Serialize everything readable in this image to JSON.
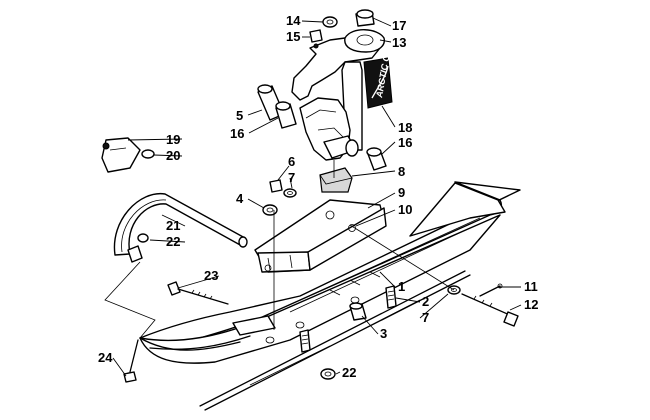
{
  "diagram": {
    "decal_logo": "ARCTIC CAT",
    "callouts": [
      {
        "id": "c14",
        "text": "14"
      },
      {
        "id": "c17",
        "text": "17"
      },
      {
        "id": "c15",
        "text": "15"
      },
      {
        "id": "c13",
        "text": "13"
      },
      {
        "id": "c5",
        "text": "5"
      },
      {
        "id": "c16a",
        "text": "16"
      },
      {
        "id": "c18",
        "text": "18"
      },
      {
        "id": "c19",
        "text": "19"
      },
      {
        "id": "c20",
        "text": "20"
      },
      {
        "id": "c16b",
        "text": "16"
      },
      {
        "id": "c6",
        "text": "6"
      },
      {
        "id": "c7a",
        "text": "7"
      },
      {
        "id": "c8",
        "text": "8"
      },
      {
        "id": "c4",
        "text": "4"
      },
      {
        "id": "c9",
        "text": "9"
      },
      {
        "id": "c10",
        "text": "10"
      },
      {
        "id": "c21",
        "text": "21"
      },
      {
        "id": "c22a",
        "text": "22"
      },
      {
        "id": "c23",
        "text": "23"
      },
      {
        "id": "c1",
        "text": "1"
      },
      {
        "id": "c11",
        "text": "11"
      },
      {
        "id": "c2",
        "text": "2"
      },
      {
        "id": "c12",
        "text": "12"
      },
      {
        "id": "c7b",
        "text": "7"
      },
      {
        "id": "c3",
        "text": "3"
      },
      {
        "id": "c24",
        "text": "24"
      },
      {
        "id": "c22b",
        "text": "22"
      }
    ]
  }
}
